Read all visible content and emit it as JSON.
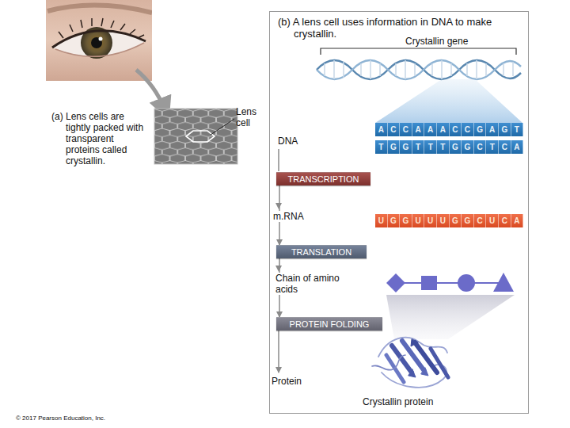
{
  "diagram": {
    "nodes": [
      {
        "text": [
          "(b) A lens cell uses information in DNA to make crystallin."
        ]
      },
      {
        "text": [
          "TRANSCRIPTION"
        ],
        "in": 0
      },
      {
        "text": [
          "TRANSLATION"
        ],
        "in": 0
      },
      {
        "text": [
          "PROTEIN FOLDING"
        ],
        "in": 0
      }
    ],
    "edges": [
      {
        "from": 1,
        "to": 2,
        "arrow": "to"
      },
      {
        "from": 2,
        "to": 3,
        "arrow": "to"
      }
    ],
    "labels": [
      "(a) Lens cells are tightly packed with transparent proteins called crystallin.",
      "Lens cell",
      "Crystallin gene",
      "DNA",
      "A",
      "C",
      "C",
      "A",
      "A",
      "A",
      "C",
      "C",
      "G",
      "A",
      "G",
      "T",
      "T",
      "G",
      "G",
      "T",
      "T",
      "T",
      "G",
      "G",
      "C",
      "T",
      "C",
      "A",
      "m.RNA",
      "U",
      "G",
      "G",
      "U",
      "U",
      "U",
      "G",
      "G",
      "C",
      "U",
      "C",
      "A",
      "Chain of amino acids",
      "Protein",
      "Crystallin protein",
      "© 2017 Pearson Education, Inc."
    ]
  }
}
